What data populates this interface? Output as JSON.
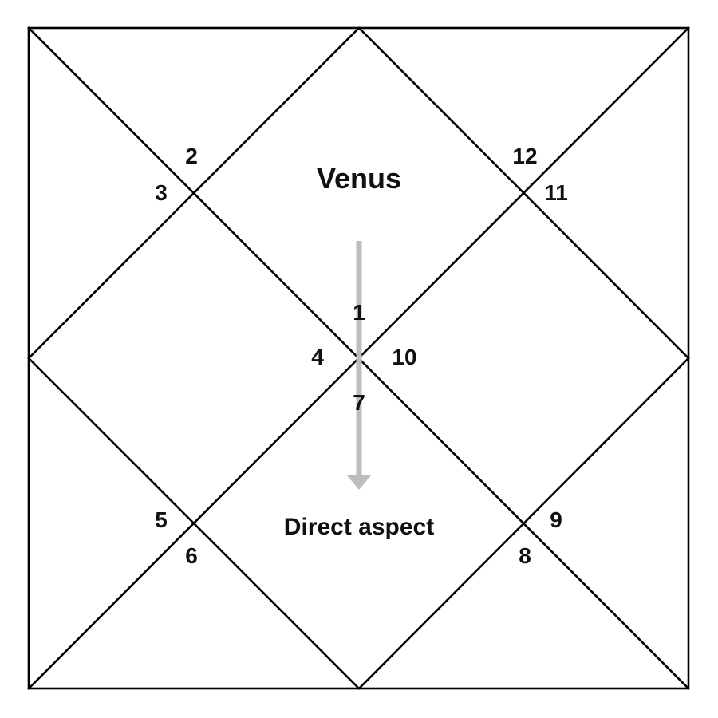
{
  "planet": "Venus",
  "aspect_label": "Direct aspect",
  "arrow_color": "#bdbdbd",
  "line_color": "#000000",
  "houses": {
    "h1": "1",
    "h2": "2",
    "h3": "3",
    "h4": "4",
    "h5": "5",
    "h6": "6",
    "h7": "7",
    "h8": "8",
    "h9": "9",
    "h10": "10",
    "h11": "11",
    "h12": "12"
  }
}
